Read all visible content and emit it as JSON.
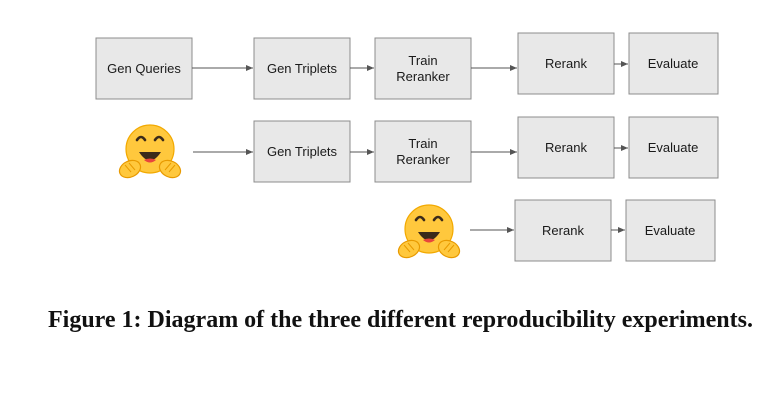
{
  "rows": [
    {
      "boxes": [
        {
          "lines": [
            "Gen Queries"
          ]
        },
        {
          "lines": [
            "Gen Triplets"
          ]
        },
        {
          "lines": [
            "Train",
            "Reranker"
          ]
        },
        {
          "lines": [
            "Rerank"
          ]
        },
        {
          "lines": [
            "Evaluate"
          ]
        }
      ]
    },
    {
      "boxes": [
        {
          "lines": [
            "Gen Triplets"
          ]
        },
        {
          "lines": [
            "Train",
            "Reranker"
          ]
        },
        {
          "lines": [
            "Rerank"
          ]
        },
        {
          "lines": [
            "Evaluate"
          ]
        }
      ]
    },
    {
      "boxes": [
        {
          "lines": [
            "Rerank"
          ]
        },
        {
          "lines": [
            "Evaluate"
          ]
        }
      ]
    }
  ],
  "icon": "hugging-face-emoji",
  "caption": "Figure 1: Diagram of the three different reproducibility experiments."
}
